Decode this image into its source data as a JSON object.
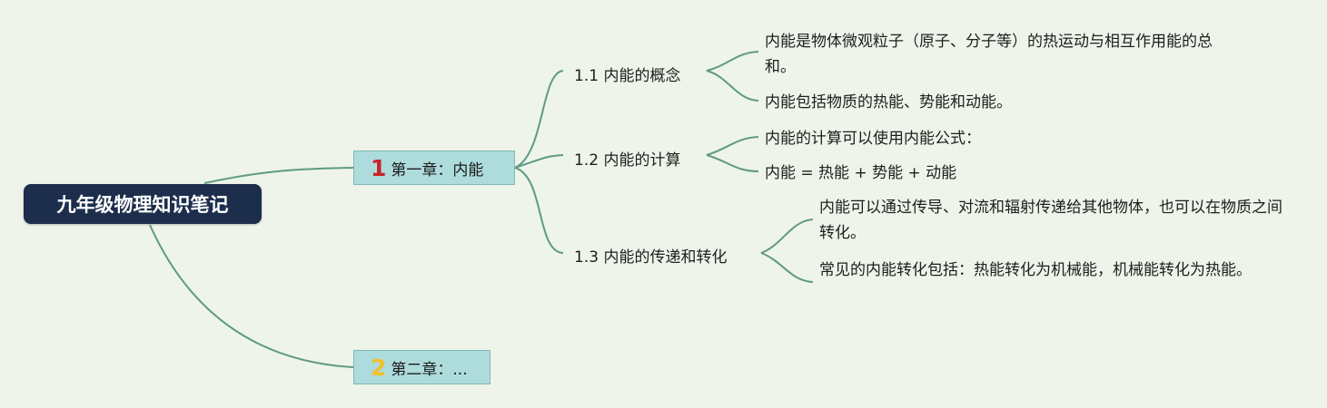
{
  "root": {
    "title": "九年级物理知识笔记"
  },
  "chapters": [
    {
      "number": "1",
      "number_color": "#c8232b",
      "label": "第一章：内能",
      "sections": [
        {
          "label": "1.1 内能的概念",
          "leaves": [
            "内能是物体微观粒子（原子、分子等）的热运动与相互作用能的总和。",
            "内能包括物质的热能、势能和动能。"
          ]
        },
        {
          "label": "1.2 内能的计算",
          "leaves": [
            "内能的计算可以使用内能公式：",
            "内能 = 热能 + 势能 + 动能"
          ]
        },
        {
          "label": "1.3 内能的传递和转化",
          "leaves": [
            "内能可以通过传导、对流和辐射传递给其他物体，也可以在物质之间转化。",
            "常见的内能转化包括：热能转化为机械能，机械能转化为热能。"
          ]
        }
      ]
    },
    {
      "number": "2",
      "number_color": "#f2c12e",
      "label": "第二章：..."
    }
  ],
  "colors": {
    "background": "#eef4ea",
    "root_fill": "#1d2e4d",
    "chapter_fill": "#aedcdc",
    "connector": "#5f9a83"
  }
}
